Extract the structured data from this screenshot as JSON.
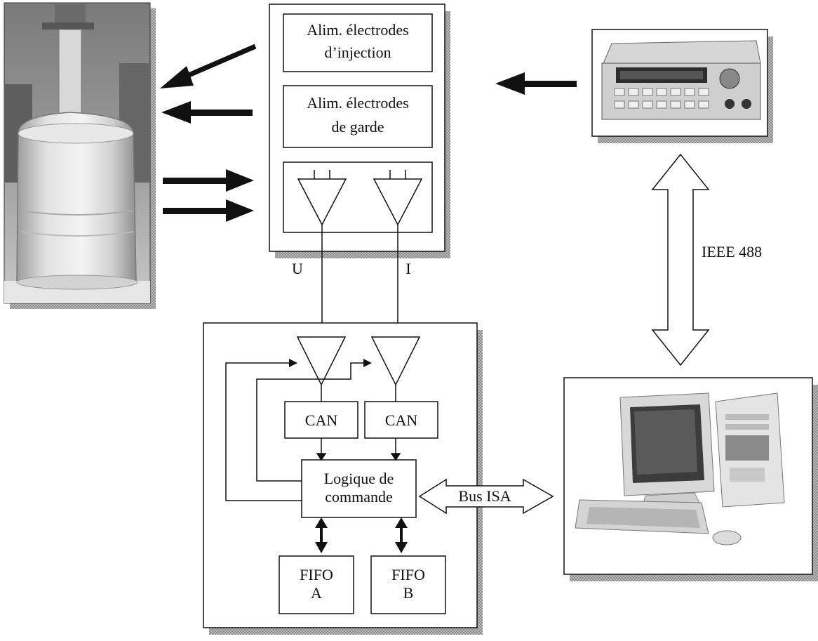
{
  "diagram": {
    "acquisition_unit": {
      "injection_supply": [
        "Alim. électrodes",
        "d’injection"
      ],
      "guard_supply": [
        "Alim. électrodes",
        "de garde"
      ]
    },
    "signals": {
      "voltage": "U",
      "current": "I"
    },
    "control_board": {
      "adc_left": "CAN",
      "adc_right": "CAN",
      "logic": [
        "Logique de",
        "commande"
      ],
      "fifo_a": [
        "FIFO",
        "A"
      ],
      "fifo_b": [
        "FIFO",
        "B"
      ]
    },
    "bus_label": "Bus ISA",
    "gpib_label": "IEEE 488"
  },
  "colors": {
    "line": "#111111",
    "shadow": "#9a9a9a",
    "box_fill": "#ffffff"
  },
  "icons": [
    "electrolytic-tank-photo",
    "function-generator-photo",
    "desktop-computer-photo"
  ]
}
